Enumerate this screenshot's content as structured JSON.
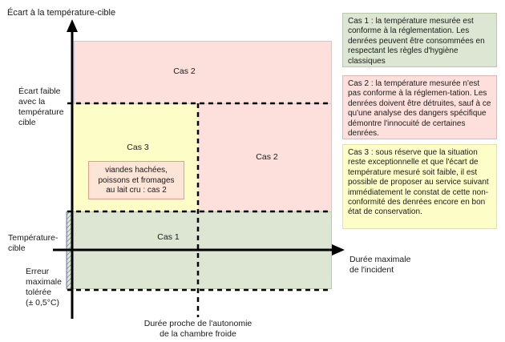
{
  "colors": {
    "red_zone": "#fde0dc",
    "red_border": "#e8b4b0",
    "yellow_zone": "#fdfdc8",
    "green_zone": "#dde6d2",
    "green_border": "#b8c9a8",
    "legend_green": "#dde6d2",
    "legend_red": "#fde0dc",
    "legend_yellow": "#fdfdc8",
    "axis": "#000000",
    "inset_bg": "#fce4d6",
    "inset_border": "#e0a090"
  },
  "axes": {
    "y_label": "Écart à la température-cible",
    "x_label_line1": "Durée maximale",
    "x_label_line2": "de l'incident"
  },
  "y_markers": {
    "ecart_faible_1": "Écart faible",
    "ecart_faible_2": "avec la",
    "ecart_faible_3": "température",
    "ecart_faible_4": "cible",
    "temp_cible_1": "Température-",
    "temp_cible_2": "cible",
    "erreur_1": "Erreur",
    "erreur_2": "maximale",
    "erreur_3": "tolérée",
    "erreur_4": "(± 0,5°C)"
  },
  "x_markers": {
    "duree_1": "Durée proche de l'autonomie",
    "duree_2": "de la chambre froide"
  },
  "zones": {
    "top": "Cas 2",
    "mid_left": "Cas 3",
    "mid_right": "Cas 2",
    "bottom": "Cas 1",
    "inset_1": "viandes hachées,",
    "inset_2": "poissons et fromages",
    "inset_3": "au lait cru : cas 2"
  },
  "legend": {
    "cas1": "Cas 1 : la température mesurée est conforme à la réglementation. Les denrées peuvent être consommées en respectant les règles d'hygiène classiques",
    "cas2": "Cas 2 : la température mesurée n'est pas conforme à la réglemen-tation. Les denrées doivent être détruites, sauf à ce qu'une analyse des dangers spécifique démontre l'innocuité de certaines denrées.",
    "cas3": "Cas 3 : sous réserve que la situation reste exceptionnelle et que l'écart de température mesuré soit faible, il est possible de proposer au service suivant immédiatement le constat de cette non-conformité des denrées encore en bon état de conservation."
  }
}
